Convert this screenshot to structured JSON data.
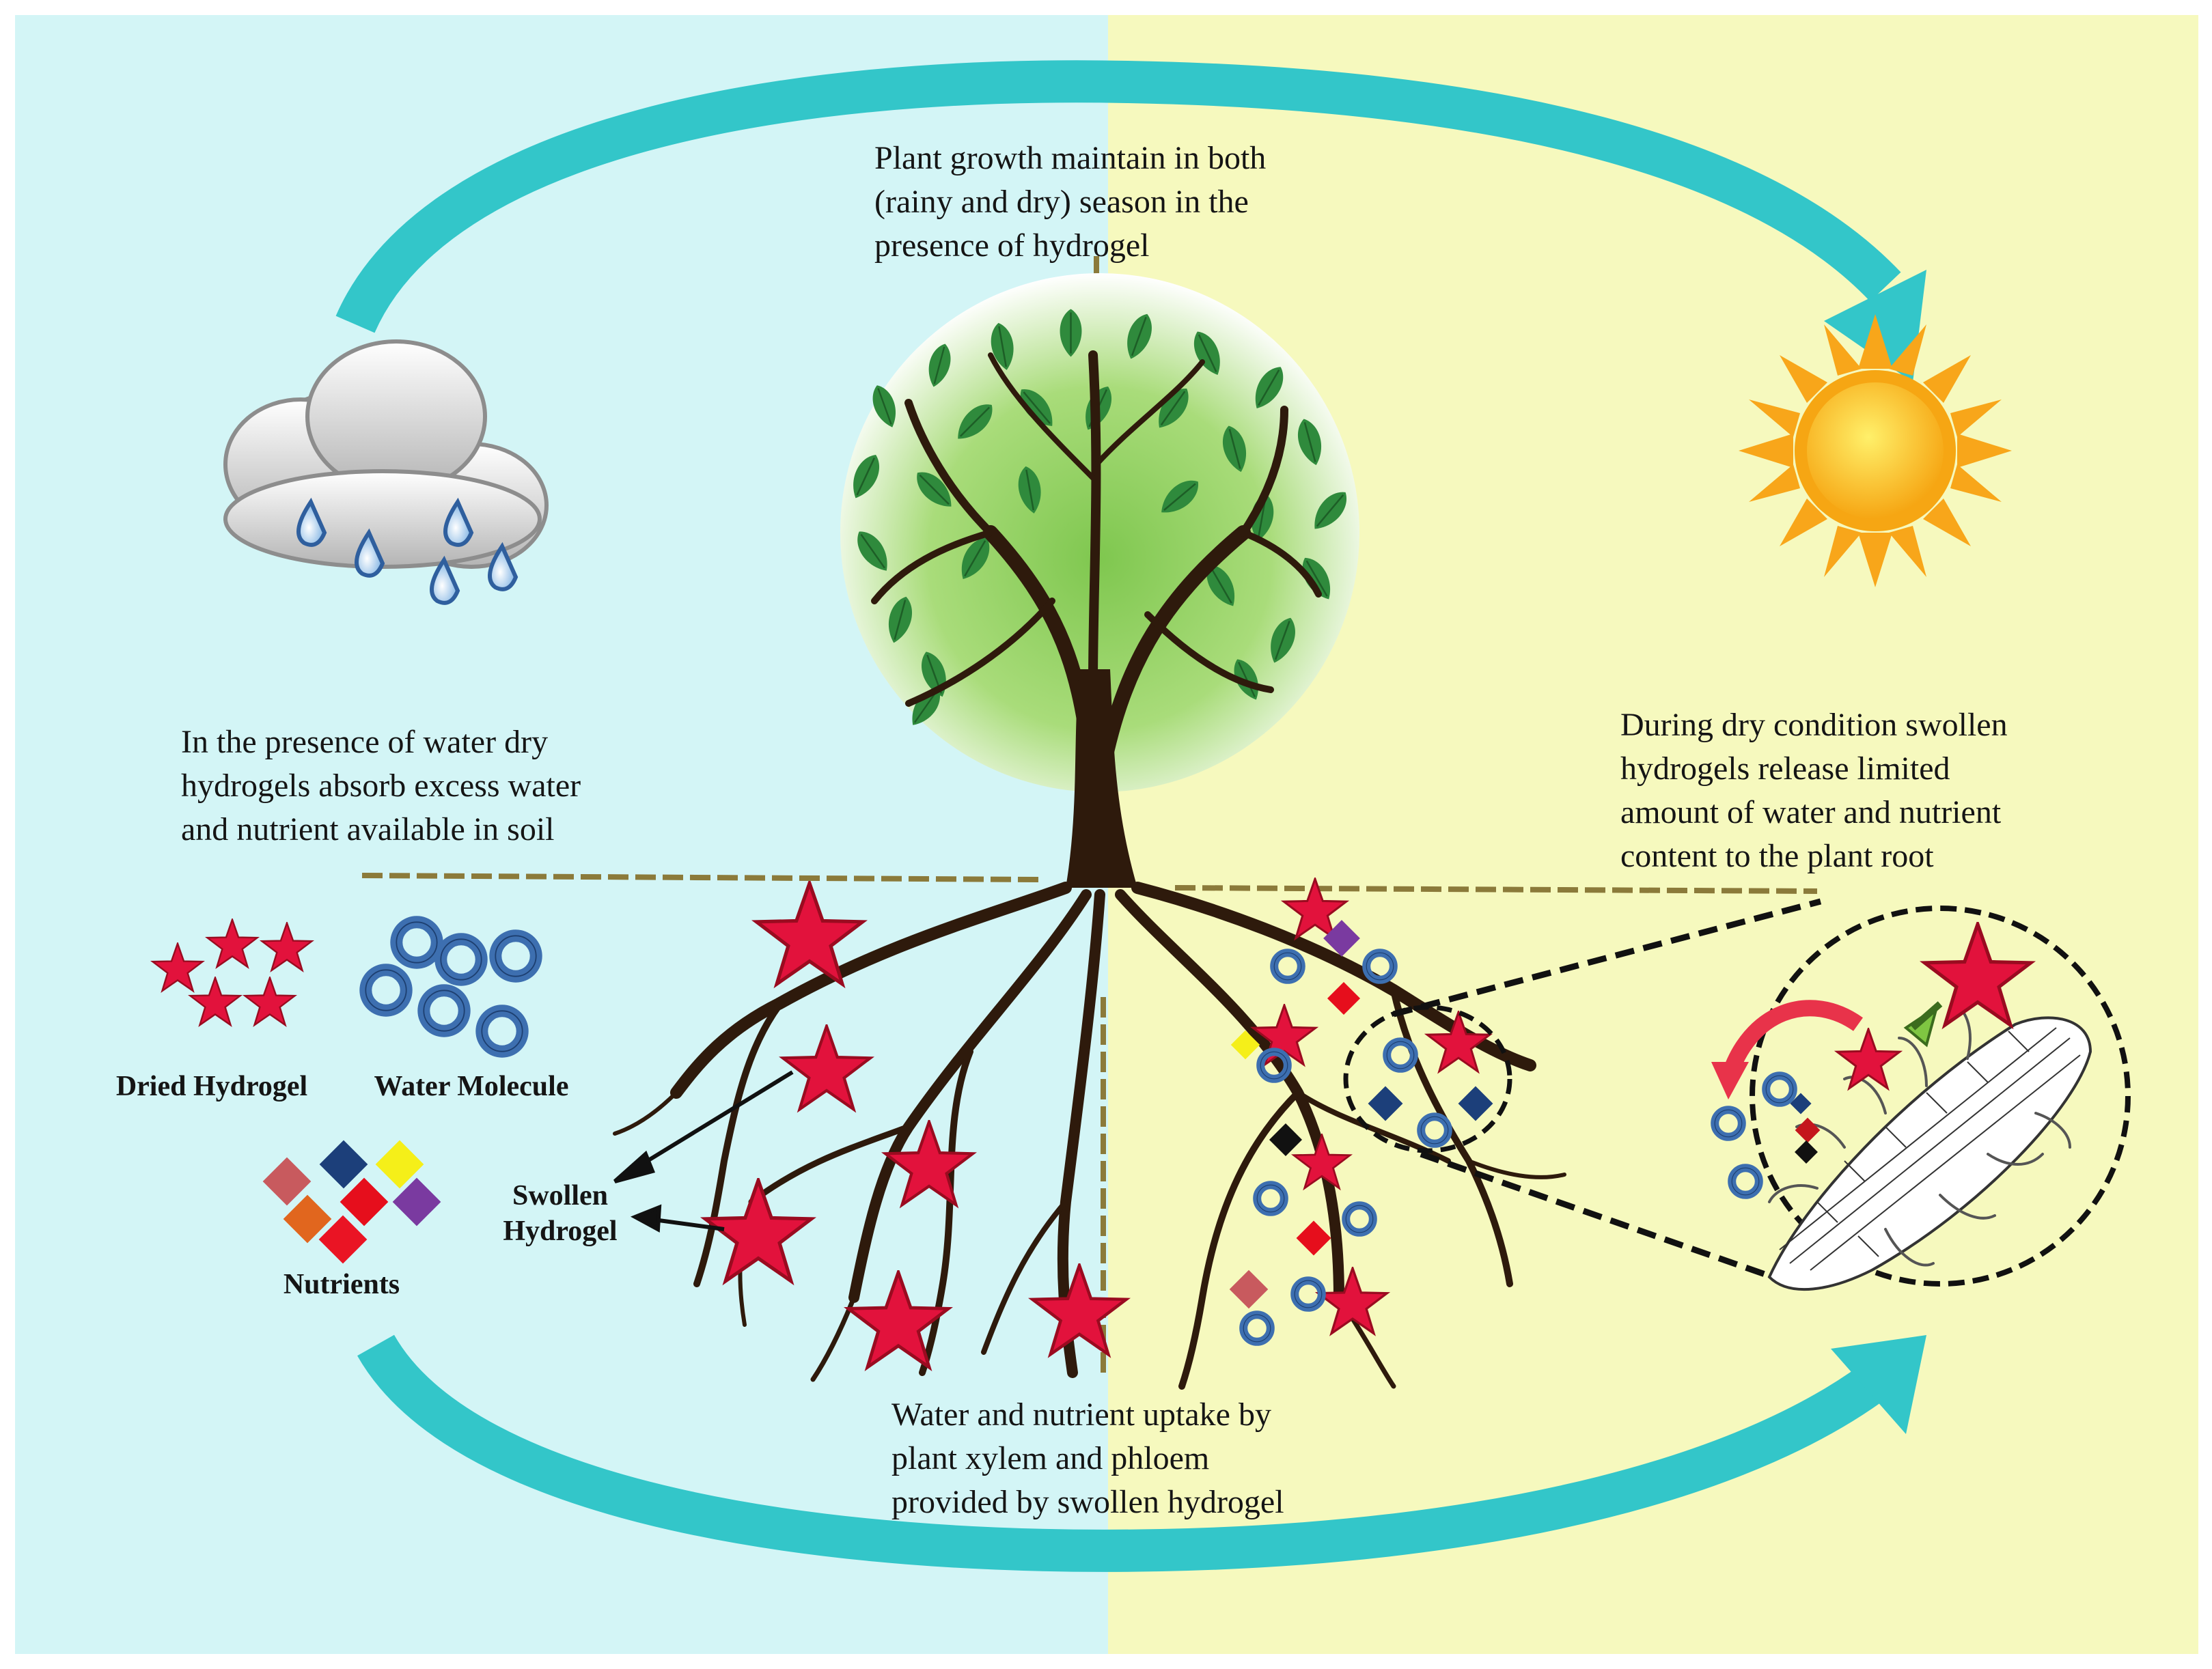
{
  "captions": {
    "top": "Plant growth maintain in both\n(rainy and dry) season in the\npresence of hydrogel",
    "left": "In the presence of water dry\nhydrogels absorb excess water\nand nutrient available in soil",
    "right": "During dry condition swollen\nhydrogels release limited\namount of water and nutrient\ncontent to the plant root",
    "bottom": "Water and nutrient uptake by\nplant xylem and phloem\nprovided by swollen hydrogel"
  },
  "legend": {
    "dried_hydrogel": "Dried Hydrogel",
    "water_molecule": "Water Molecule",
    "nutrients": "Nutrients",
    "swollen_hydrogel": "Swollen\nHydrogel"
  },
  "colors": {
    "wet_panel": "#d3f5f6",
    "dry_panel": "#f6f9be",
    "cycle_arrow": "#33c6c9",
    "hydrogel_star": "#e2123c",
    "water_ring": "#3d6fb0",
    "trunk": "#2e1a0c",
    "foliage": "#2f8a3c",
    "sun": "#f9c21a",
    "nutrient_colors": [
      "#c85a5e",
      "#1c3f7a",
      "#f5ef19",
      "#e60e1c",
      "#e1661e",
      "#7a3aa0",
      "#ea1424"
    ]
  },
  "icons": [
    "rain-cloud-icon",
    "sun-icon",
    "tree-icon",
    "root-icon"
  ]
}
